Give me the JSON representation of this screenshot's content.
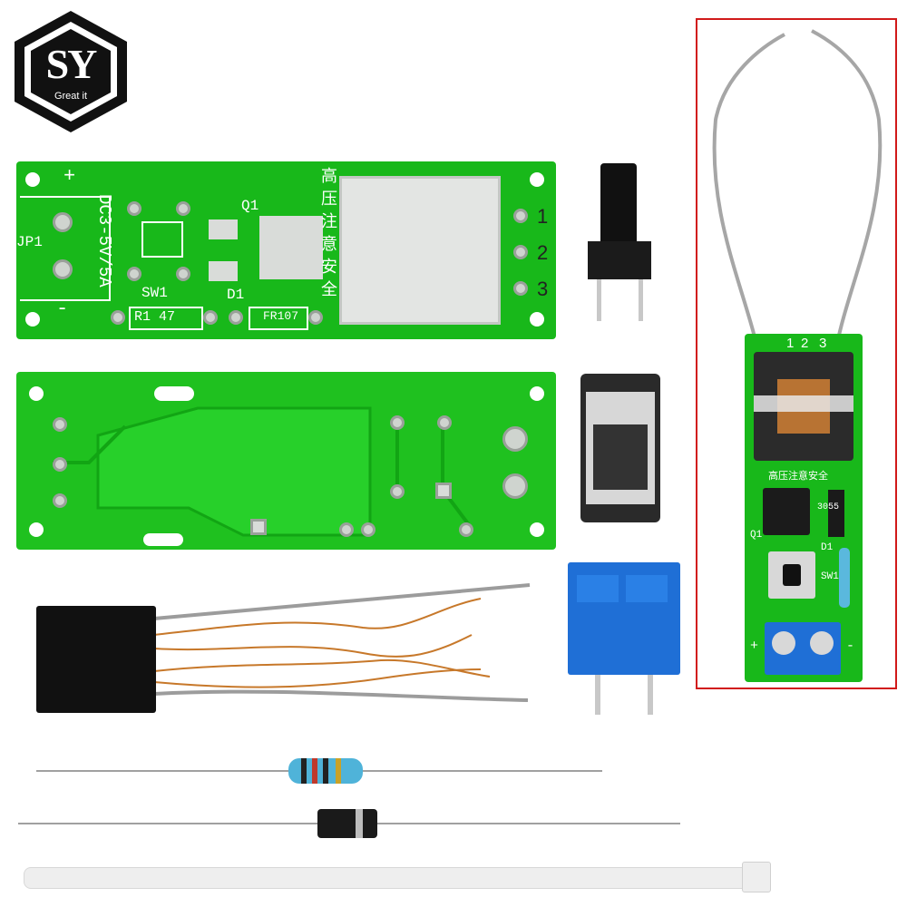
{
  "logo": {
    "letters": "SY",
    "tagline": "Great it"
  },
  "board_top": {
    "polarity_plus": "+",
    "polarity_minus": "-",
    "supply_label": "DC3-5V/5A",
    "jumper_label": "JP1",
    "transistor_label": "Q1",
    "switch_label": "SW1",
    "diode_label": "D1",
    "resistor_label": "R1 47",
    "diode_part": "FR107",
    "warning_chars": [
      "高",
      "压",
      "注",
      "意",
      "安",
      "全"
    ],
    "pin_numbers": [
      "1",
      "2",
      "3"
    ]
  },
  "assembled_board": {
    "pin_numbers": [
      "1",
      "2",
      "3"
    ],
    "warning_text": "高压注意安全",
    "transistor_label": "Q1",
    "diode_label": "D1",
    "diode_part": "3055",
    "switch_label": "SW1",
    "polarity_plus": "+",
    "polarity_minus": "-"
  },
  "colors": {
    "pcb_green": "#18b81a",
    "terminal_blue": "#1f6fd6",
    "highlight_red": "#d11a1a"
  }
}
